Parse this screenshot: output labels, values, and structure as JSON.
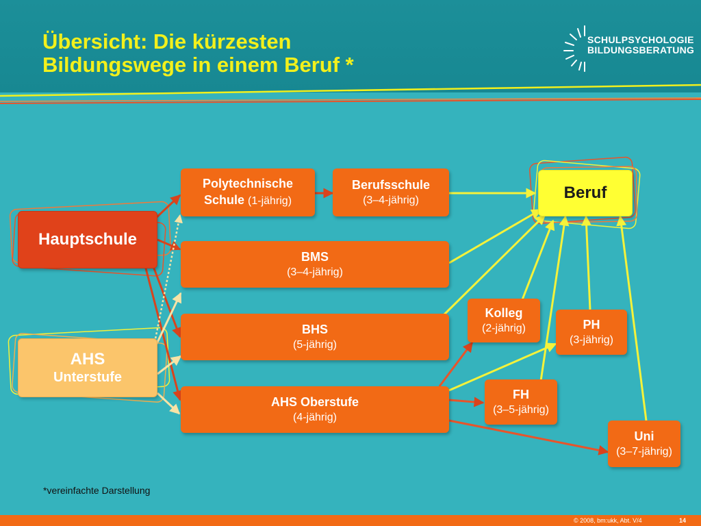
{
  "title": {
    "line1": "Übersicht: Die kürzesten",
    "line2": "Bildungswege in einem Beruf *"
  },
  "logo": {
    "line1": "SCHULPSYCHOLOGIE",
    "line2": "BILDUNGSBERATUNG"
  },
  "nodes": {
    "hauptschule": {
      "label": "Hauptschule"
    },
    "ahs_unterstufe": {
      "line1": "AHS",
      "line2": "Unterstufe"
    },
    "polytechnische": {
      "line1": "Polytechnische",
      "line2": "Schule",
      "duration": "(1-jährig)"
    },
    "berufsschule": {
      "label": "Berufsschule",
      "duration": "(3–4-jährig)"
    },
    "bms": {
      "label": "BMS",
      "duration": "(3–4-jährig)"
    },
    "bhs": {
      "label": "BHS",
      "duration": "(5-jährig)"
    },
    "ahs_oberstufe": {
      "label": "AHS Oberstufe",
      "duration": "(4-jährig)"
    },
    "kolleg": {
      "label": "Kolleg",
      "duration": "(2-jährig)"
    },
    "ph": {
      "label": "PH",
      "duration": "(3-jährig)"
    },
    "fh": {
      "label": "FH",
      "duration": "(3–5-jährig)"
    },
    "uni": {
      "label": "Uni",
      "duration": "(3–7-jährig)"
    },
    "beruf": {
      "label": "Beruf"
    }
  },
  "footnote": "*vereinfachte Darstellung",
  "footer": {
    "copyright": "© 2008, bm:ukk, Abt. V/4",
    "page": "14"
  },
  "colors": {
    "background": "#35b3bd",
    "header": "#1c8f99",
    "title": "#f2f01c",
    "box_orange": "#f26a15",
    "hauptschule": "#e0421a",
    "ahs_unterstufe": "#fbc56b",
    "beruf": "#ffff33",
    "arrow_red": "#d9431c",
    "arrow_yellow": "#f5f23a",
    "arrow_cream": "#f7e3a6"
  }
}
